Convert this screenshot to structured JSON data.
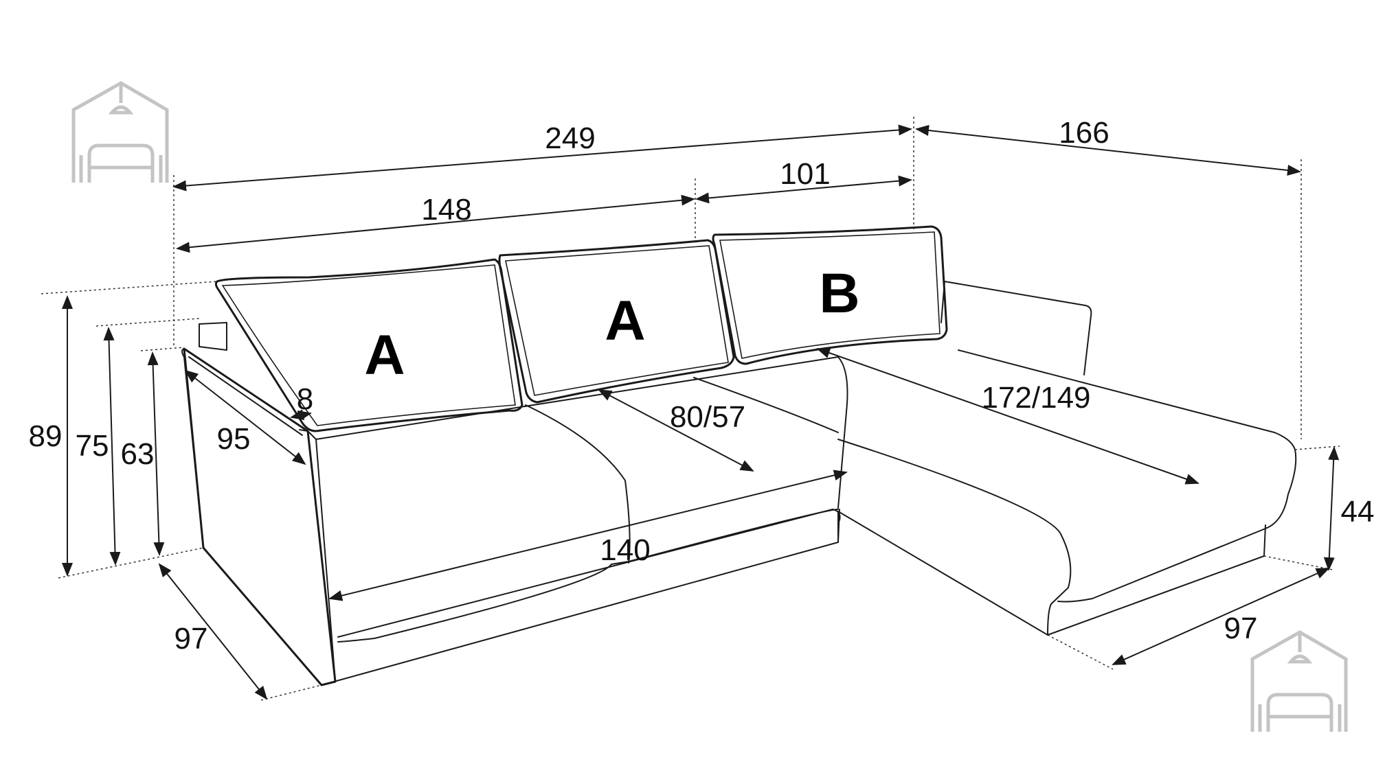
{
  "dimensions": {
    "total_width": "249",
    "chaise_width": "166",
    "sofa_section": "148",
    "chaise_section": "101",
    "height_total": "89",
    "height_armrest": "75",
    "height_back": "63",
    "arm_depth": "95",
    "arm_thickness": "8",
    "seat_depth": "80/57",
    "chaise_depth": "172/149",
    "seat_width": "140",
    "seat_height": "44",
    "depth_left": "97",
    "depth_right": "97"
  },
  "cushions": {
    "left": "A",
    "middle": "A",
    "right": "B"
  },
  "logos": [
    "sofa-house-logo",
    "sofa-house-logo"
  ],
  "colors": {
    "line": "#1a1a1a",
    "logo": "#c4c4c4",
    "background": "#ffffff"
  }
}
